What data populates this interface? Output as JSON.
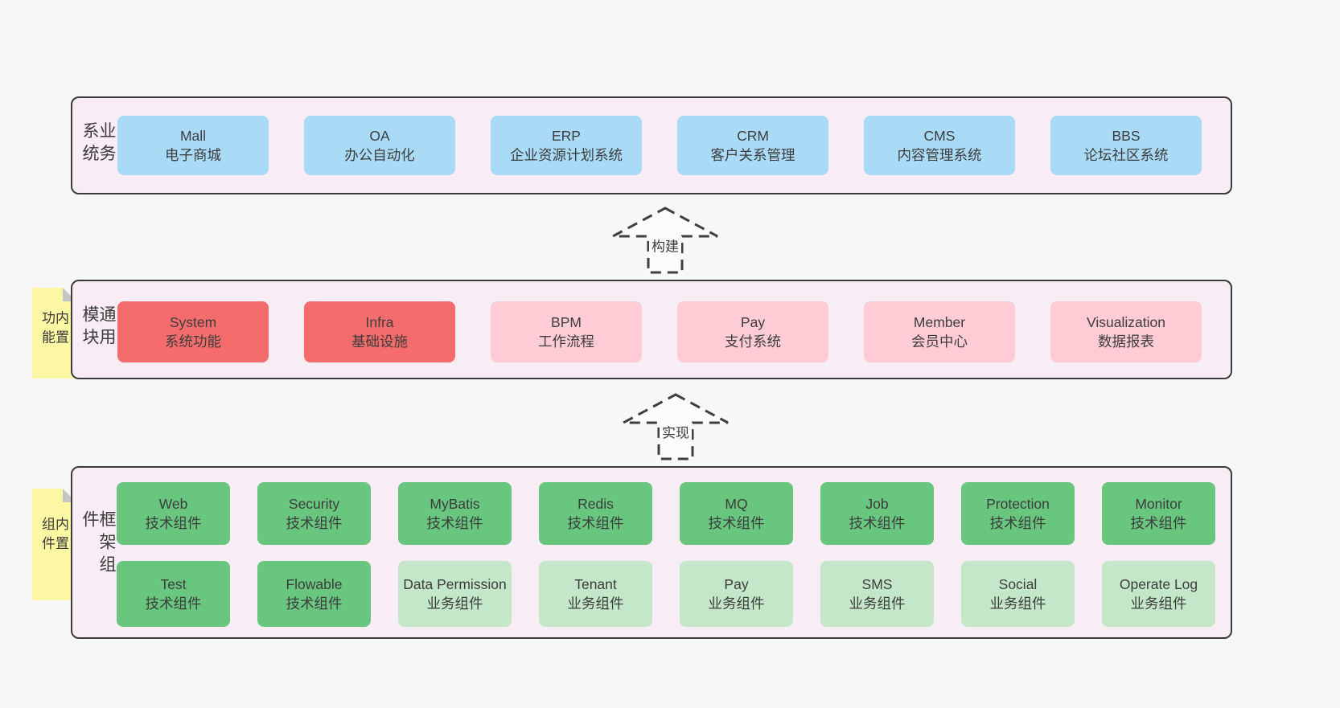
{
  "diagram": {
    "title": "Architecture layers diagram",
    "colors": {
      "page_bg": "#f7f7f7",
      "band_bg": "#f8ecf5",
      "band_border": "#3b3b3b",
      "blue": "#a9dbf7",
      "red": "#f56c6c",
      "pink": "#ffccd5",
      "green": "#68c67e",
      "lightgreen": "#c3e7c8",
      "sticky_yellow": "#fbf7a3",
      "sticky_fold": "#c5c5c5"
    },
    "arrows": [
      {
        "label": "构建"
      },
      {
        "label": "实现"
      }
    ],
    "bands": [
      {
        "id": "business-systems",
        "side_label": "业务系统",
        "sticky_label": null,
        "rows": [
          [
            {
              "name": "Mall",
              "desc": "电子商城",
              "variant": "blue"
            },
            {
              "name": "OA",
              "desc": "办公自动化",
              "variant": "blue"
            },
            {
              "name": "ERP",
              "desc": "企业资源计划系统",
              "variant": "blue"
            },
            {
              "name": "CRM",
              "desc": "客户关系管理",
              "variant": "blue"
            },
            {
              "name": "CMS",
              "desc": "内容管理系统",
              "variant": "blue"
            },
            {
              "name": "BBS",
              "desc": "论坛社区系统",
              "variant": "blue"
            }
          ]
        ]
      },
      {
        "id": "common-modules",
        "side_label": "通用模块",
        "sticky_label": "内置功能",
        "rows": [
          [
            {
              "name": "System",
              "desc": "系统功能",
              "variant": "red"
            },
            {
              "name": "Infra",
              "desc": "基础设施",
              "variant": "red"
            },
            {
              "name": "BPM",
              "desc": "工作流程",
              "variant": "pink"
            },
            {
              "name": "Pay",
              "desc": "支付系统",
              "variant": "pink"
            },
            {
              "name": "Member",
              "desc": "会员中心",
              "variant": "pink"
            },
            {
              "name": "Visualization",
              "desc": "数据报表",
              "variant": "pink"
            }
          ]
        ]
      },
      {
        "id": "framework-components",
        "side_label": "框架组件",
        "sticky_label": "内置组件",
        "rows": [
          [
            {
              "name": "Web",
              "desc": "技术组件",
              "variant": "green"
            },
            {
              "name": "Security",
              "desc": "技术组件",
              "variant": "green"
            },
            {
              "name": "MyBatis",
              "desc": "技术组件",
              "variant": "green"
            },
            {
              "name": "Redis",
              "desc": "技术组件",
              "variant": "green"
            },
            {
              "name": "MQ",
              "desc": "技术组件",
              "variant": "green"
            },
            {
              "name": "Job",
              "desc": "技术组件",
              "variant": "green"
            },
            {
              "name": "Protection",
              "desc": "技术组件",
              "variant": "green"
            },
            {
              "name": "Monitor",
              "desc": "技术组件",
              "variant": "green"
            }
          ],
          [
            {
              "name": "Test",
              "desc": "技术组件",
              "variant": "green"
            },
            {
              "name": "Flowable",
              "desc": "技术组件",
              "variant": "green"
            },
            {
              "name": "Data Permission",
              "desc": "业务组件",
              "variant": "lightgreen"
            },
            {
              "name": "Tenant",
              "desc": "业务组件",
              "variant": "lightgreen"
            },
            {
              "name": "Pay",
              "desc": "业务组件",
              "variant": "lightgreen"
            },
            {
              "name": "SMS",
              "desc": "业务组件",
              "variant": "lightgreen"
            },
            {
              "name": "Social",
              "desc": "业务组件",
              "variant": "lightgreen"
            },
            {
              "name": "Operate Log",
              "desc": "业务组件",
              "variant": "lightgreen"
            }
          ]
        ]
      }
    ]
  }
}
